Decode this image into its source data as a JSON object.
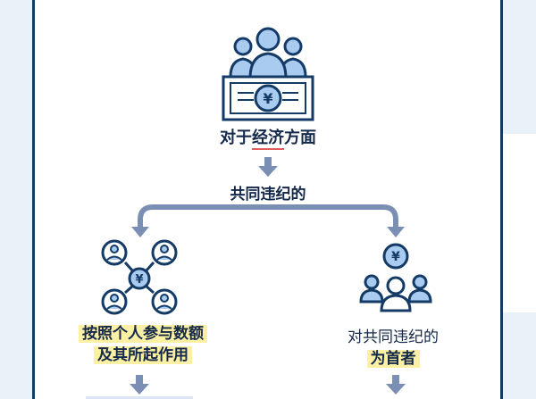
{
  "diagram": {
    "top_label_prefix": "对于",
    "top_label_underlined": "经济",
    "top_label_suffix": "方面",
    "middle_label": "共同违纪的",
    "left_label_line1": "按照个人参与数额",
    "left_label_line2": "及其所起作用",
    "right_label_line1": "对共同违纪的",
    "right_label_line2": "为首者",
    "currency_symbol": "¥"
  },
  "colors": {
    "dark": "#143a66",
    "light_blue": "#a9cbef",
    "arrow": "#7a8fb3",
    "highlight": "#fbf0a4",
    "underline": "#e05c5c"
  }
}
